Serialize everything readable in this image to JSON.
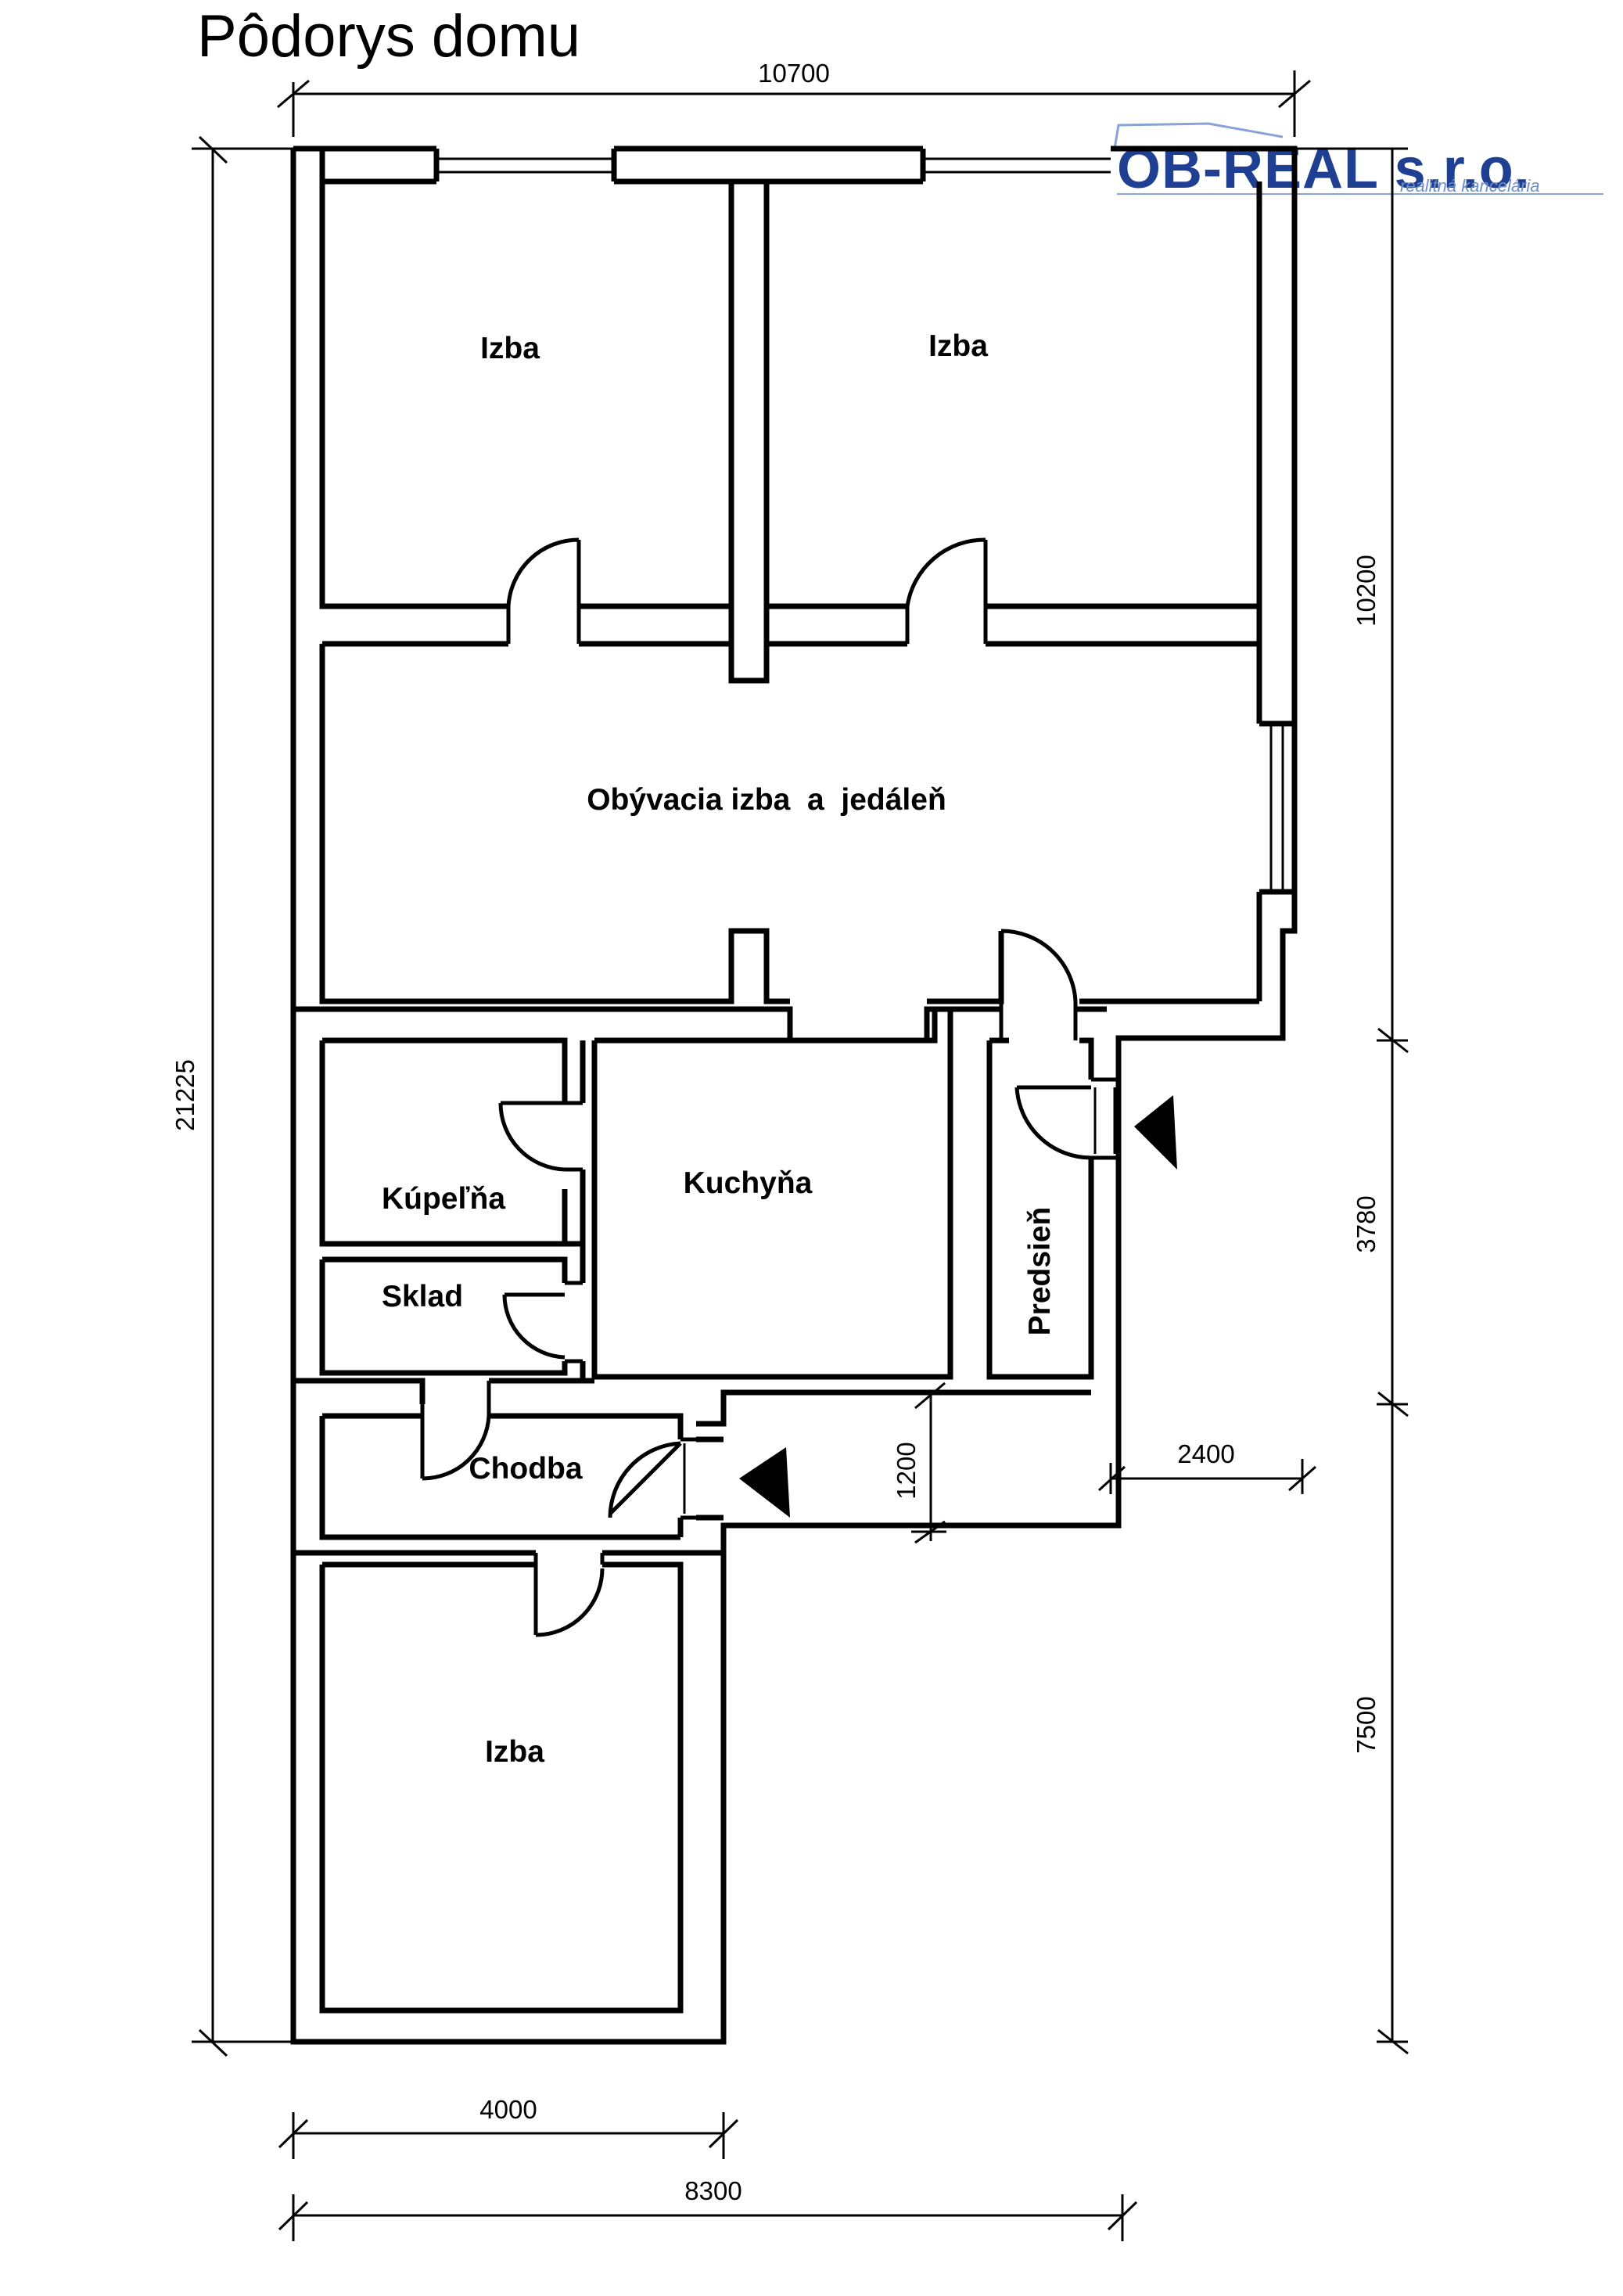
{
  "title": "Pôdorys domu",
  "logo": {
    "name": "OB-REAL s.r.o.",
    "tagline": "realitná kancelária"
  },
  "rooms": {
    "bedroom_1": "Izba",
    "bedroom_2": "Izba",
    "living_dining": "Obývacia izba  a  jedáleň",
    "bathroom": "Kúpeľňa",
    "kitchen": "Kuchyňa",
    "storage": "Sklad",
    "hallway": "Predsieň",
    "corridor": "Chodba",
    "bedroom_3": "Izba"
  },
  "dimensions": {
    "top_width": "10700",
    "total_height": "21225",
    "right_upper": "10200",
    "right_middle": "3780",
    "right_lower": "7500",
    "step_depth": "1200",
    "step_width": "2400",
    "bottom_wing": "4000",
    "bottom_total": "8300"
  },
  "colors": {
    "walls": "#000000",
    "logo": "#1f3f93"
  }
}
